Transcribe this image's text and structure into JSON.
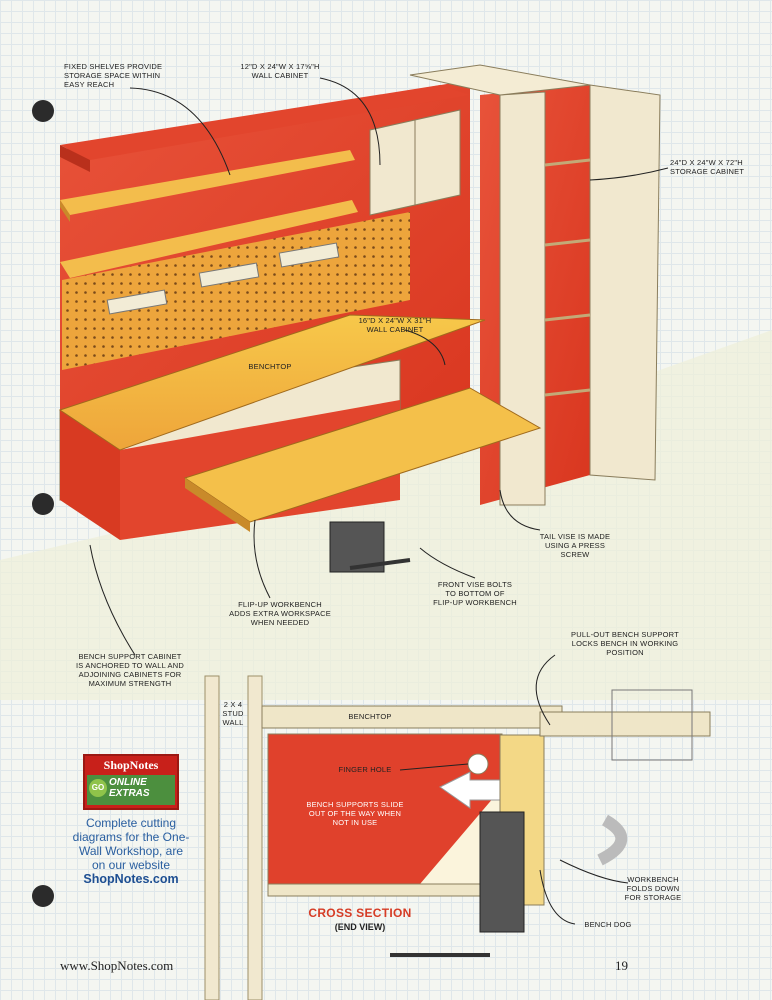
{
  "callouts": {
    "fixed_shelves": "FIXED SHELVES PROVIDE\nSTORAGE SPACE WITHIN\nEASY REACH",
    "wall_cabinet_top": "12\"D x 24\"W x 17⅝\"H\nWALL CABINET",
    "storage_cabinet": "24\"D x 24\"W x 72\"H\nSTORAGE CABINET",
    "wall_cabinet_mid": "16\"D x 24\"W x 31\"H\nWALL CABINET",
    "benchtop": "BENCHTOP",
    "tail_vise": "TAIL VISE IS MADE\nUSING A PRESS\nSCREW",
    "front_vise": "FRONT VISE BOLTS\nTO BOTTOM OF\nFLIP-UP WORKBENCH",
    "flip_up": "FLIP-UP WORKBENCH\nADDS EXTRA WORKSPACE\nWHEN NEEDED",
    "bench_support_cabinet": "BENCH SUPPORT CABINET\nIS ANCHORED TO WALL AND\nADJOINING CABINETS FOR\nMAXIMUM STRENGTH",
    "pull_out": "PULL-OUT BENCH SUPPORT\nLOCKS BENCH IN WORKING\nPOSITION"
  },
  "cross_section": {
    "stud_wall": "2 x 4\nSTUD\nWALL",
    "benchtop": "BENCHTOP",
    "finger_hole": "FINGER HOLE",
    "bench_supports": "BENCH SUPPORTS SLIDE\nOUT OF THE WAY WHEN\nNOT IN USE",
    "workbench_folds": "WORKBENCH\nFOLDS DOWN\nFOR STORAGE",
    "bench_dog": "BENCH DOG",
    "title": "CROSS SECTION",
    "subtitle": "(END VIEW)"
  },
  "promo": {
    "brand": "ShopNotes",
    "go": "GO",
    "online_extras": "ONLINE\nEXTRAS",
    "text": "Complete cutting diagrams for the One-Wall Workshop, are on our website",
    "link": "ShopNotes.com"
  },
  "footer": {
    "url": "www.ShopNotes.com",
    "page": "19"
  },
  "colors": {
    "cabinet_red": "#e0412c",
    "bench_yellow": "#f2b43c",
    "cabinet_cream": "#f1e8cf",
    "label_red": "#d63c25"
  }
}
